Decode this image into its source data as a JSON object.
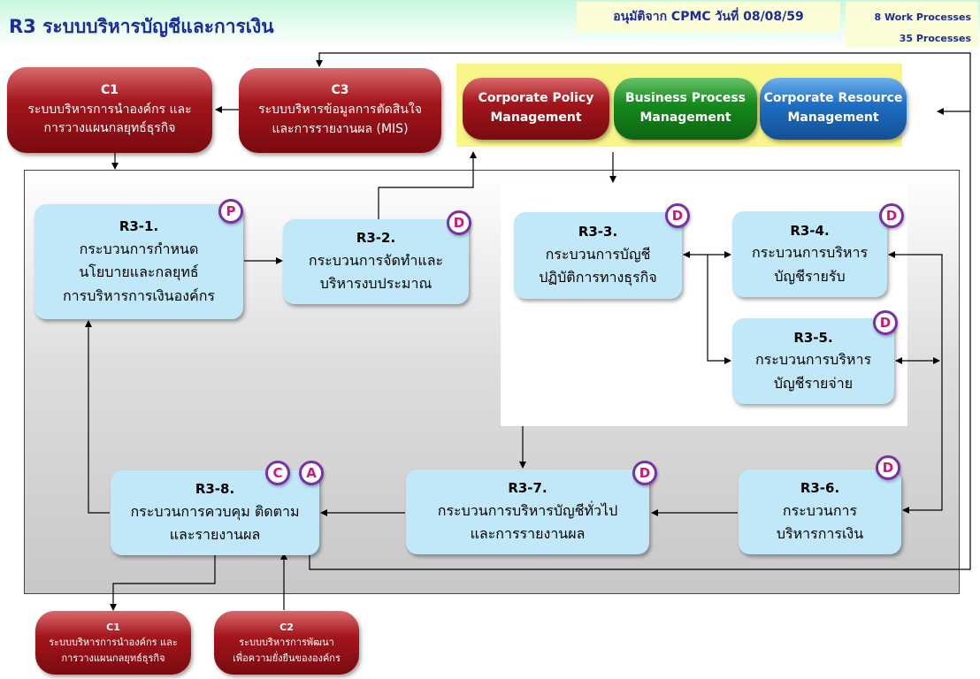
{
  "header": {
    "title": "R3 ระบบบริหารบัญชีและการเงิน",
    "approval": "อนุมัติจาก CPMC  วันที่ 08/08/59",
    "work_processes": "8 Work Processes",
    "processes": "35 Processes"
  },
  "top_systems": {
    "c1": {
      "code": "C1",
      "line1": "ระบบบริหารการนำองค์กร และ",
      "line2": "การวางแผนกลยุทธ์ธุรกิจ"
    },
    "c3": {
      "code": "C3",
      "line1": "ระบบบริหารข้อมูลการตัดสินใจ",
      "line2": "และการรายงานผล (MIS)"
    }
  },
  "management": {
    "policy": {
      "line1": "Corporate Policy",
      "line2": "Management"
    },
    "business": {
      "line1": "Business Process",
      "line2": "Management"
    },
    "resource": {
      "line1": "Corporate Resource",
      "line2": "Management"
    }
  },
  "processes": {
    "r3_1": {
      "code": "R3-1.",
      "line1": "กระบวนการกำหนด",
      "line2": "นโยบายและกลยุทธ์",
      "line3": "การบริหารการเงินองค์กร",
      "badge": "P"
    },
    "r3_2": {
      "code": "R3-2.",
      "line1": "กระบวนการจัดทำและ",
      "line2": "บริหารงบประมาณ",
      "badge": "D"
    },
    "r3_3": {
      "code": "R3-3.",
      "line1": "กระบวนการบัญชี",
      "line2": "ปฏิบัติการทางธุรกิจ",
      "badge": "D"
    },
    "r3_4": {
      "code": "R3-4.",
      "line1": "กระบวนการบริหาร",
      "line2": "บัญชีรายรับ",
      "badge": "D"
    },
    "r3_5": {
      "code": "R3-5.",
      "line1": "กระบวนการบริหาร",
      "line2": "บัญชีรายจ่าย",
      "badge": "D"
    },
    "r3_6": {
      "code": "R3-6.",
      "line1": "กระบวนการ",
      "line2": "บริหารการเงิน",
      "badge": "D"
    },
    "r3_7": {
      "code": "R3-7.",
      "line1": "กระบวนการบริหารบัญชีทั่วไป",
      "line2": "และการรายงานผล",
      "badge": "D"
    },
    "r3_8": {
      "code": "R3-8.",
      "line1": "กระบวนการควบคุม ติดตาม",
      "line2": "และรายงานผล",
      "badge_c": "C",
      "badge_a": "A"
    }
  },
  "bottom_systems": {
    "c1": {
      "code": "C1",
      "line1": "ระบบบริหารการนำองค์กร และ",
      "line2": "การวางแผนกลยุทธ์ธุรกิจ"
    },
    "c2": {
      "code": "C2",
      "line1": "ระบบบริหารการพัฒนา",
      "line2": "เพื่อความยั่งยืนขององค์กร"
    }
  },
  "colors": {
    "title_blue": "#1b2c9c",
    "process_fill": "#c1e8f8",
    "badge_ring": "#7a30a6",
    "badge_letter": "#d0167a",
    "pill_red": "#a3161c",
    "pill_green": "#168a1d",
    "pill_blue": "#1f6fc4"
  }
}
